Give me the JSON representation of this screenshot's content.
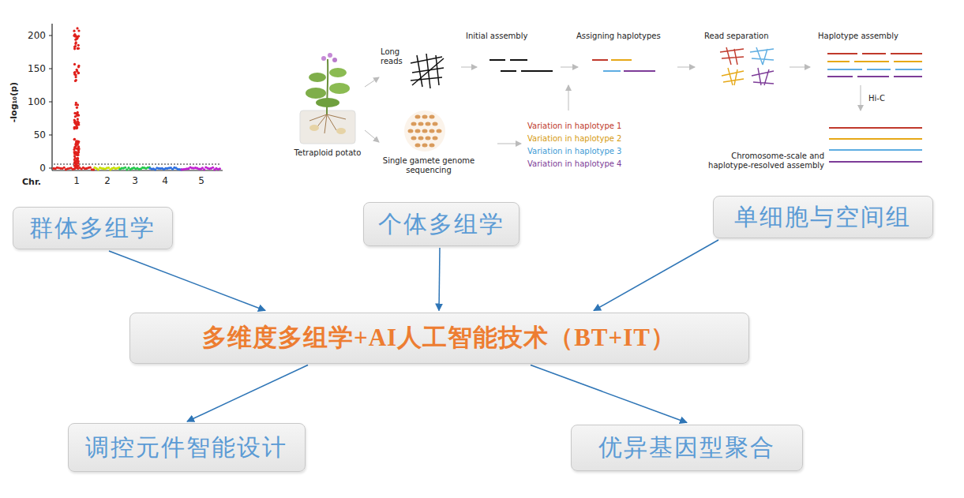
{
  "diagram": {
    "nodes": [
      {
        "text": [
          "群体多组学"
        ]
      },
      {
        "text": [
          "个体多组学"
        ]
      },
      {
        "text": [
          "单细胞与空间组"
        ]
      },
      {
        "text": [
          "多维度多组学+AI人工智能技术（BT+IT）"
        ]
      },
      {
        "text": [
          "调控元件智能设计"
        ]
      },
      {
        "text": [
          "优异基因型聚合"
        ]
      }
    ],
    "edges": [
      {
        "from": 0,
        "to": 3,
        "arrow": "to"
      },
      {
        "from": 1,
        "to": 3,
        "arrow": "to"
      },
      {
        "from": 2,
        "to": 3,
        "arrow": "to"
      },
      {
        "from": 3,
        "to": 4,
        "arrow": "to"
      },
      {
        "from": 3,
        "to": 5,
        "arrow": "to"
      }
    ],
    "labels": [
      "200",
      "150",
      "100",
      "50",
      "0",
      "-log₁₀(p)",
      "Chr.",
      "1",
      "2",
      "3",
      "4",
      "5",
      "Long reads",
      "Initial assembly",
      "Assigning haplotypes",
      "Read separation",
      "Haplotype assembly",
      "Tetraploid potato",
      "Single gamete genome sequencing",
      "Variation in haplotype 1",
      "Variation in haplotype 2",
      "Variation in haplotype 3",
      "Variation in haplotype 4",
      "Hi-C",
      "Chromosome-scale and haplotype-resolved assembly"
    ]
  }
}
